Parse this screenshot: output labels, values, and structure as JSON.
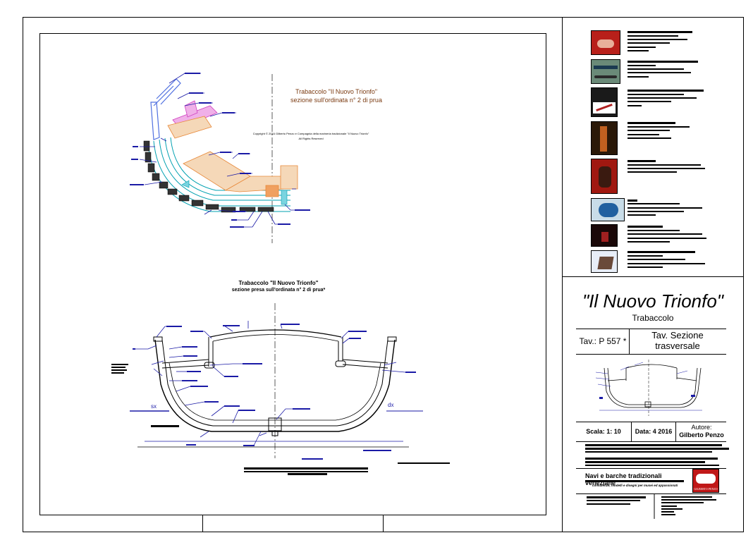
{
  "drawing": {
    "top_title_line1": "Trabaccolo \"Il Nuovo Trionfo\"",
    "top_title_line2": "sezione sull'ordinata n° 2 di prua",
    "copyright_line1": "Copyright © 2016 Gilberto Penzo e Compagnia della marineria tradizionale \"Il Nuovo Trionfo\"",
    "copyright_line2": "All Rights Reserved",
    "bottom_title_line1": "Trabaccolo \"Il Nuovo Trionfo\"",
    "bottom_title_line2": "sezione presa sull'ordinata n° 2 di prua*",
    "label_sx": "sx",
    "label_dx": "dx"
  },
  "title_block": {
    "boat_name": "\"Il Nuovo Trionfo\"",
    "boat_type": "Trabaccolo",
    "sheet_number": "Tav.: P 557 *",
    "sheet_title": "Tav. Sezione trasversale",
    "scale": "Scala: 1: 10",
    "date": "Data: 4 2016",
    "author_label": "Autore:",
    "author_name": "Gilberto Penzo",
    "series_title": "Navi e barche tradizionali veneziane",
    "series_subtitle": "consulenze, modelli e disegni per musei ed appassionati",
    "logo_text": "GILBERTO PENZO"
  },
  "colors": {
    "line": "#000000",
    "leader": "#1a1aa6",
    "cyan": "#00a0b0",
    "orange": "#e8893a",
    "magenta": "#d040c0",
    "blue_frame": "#5070e0"
  }
}
